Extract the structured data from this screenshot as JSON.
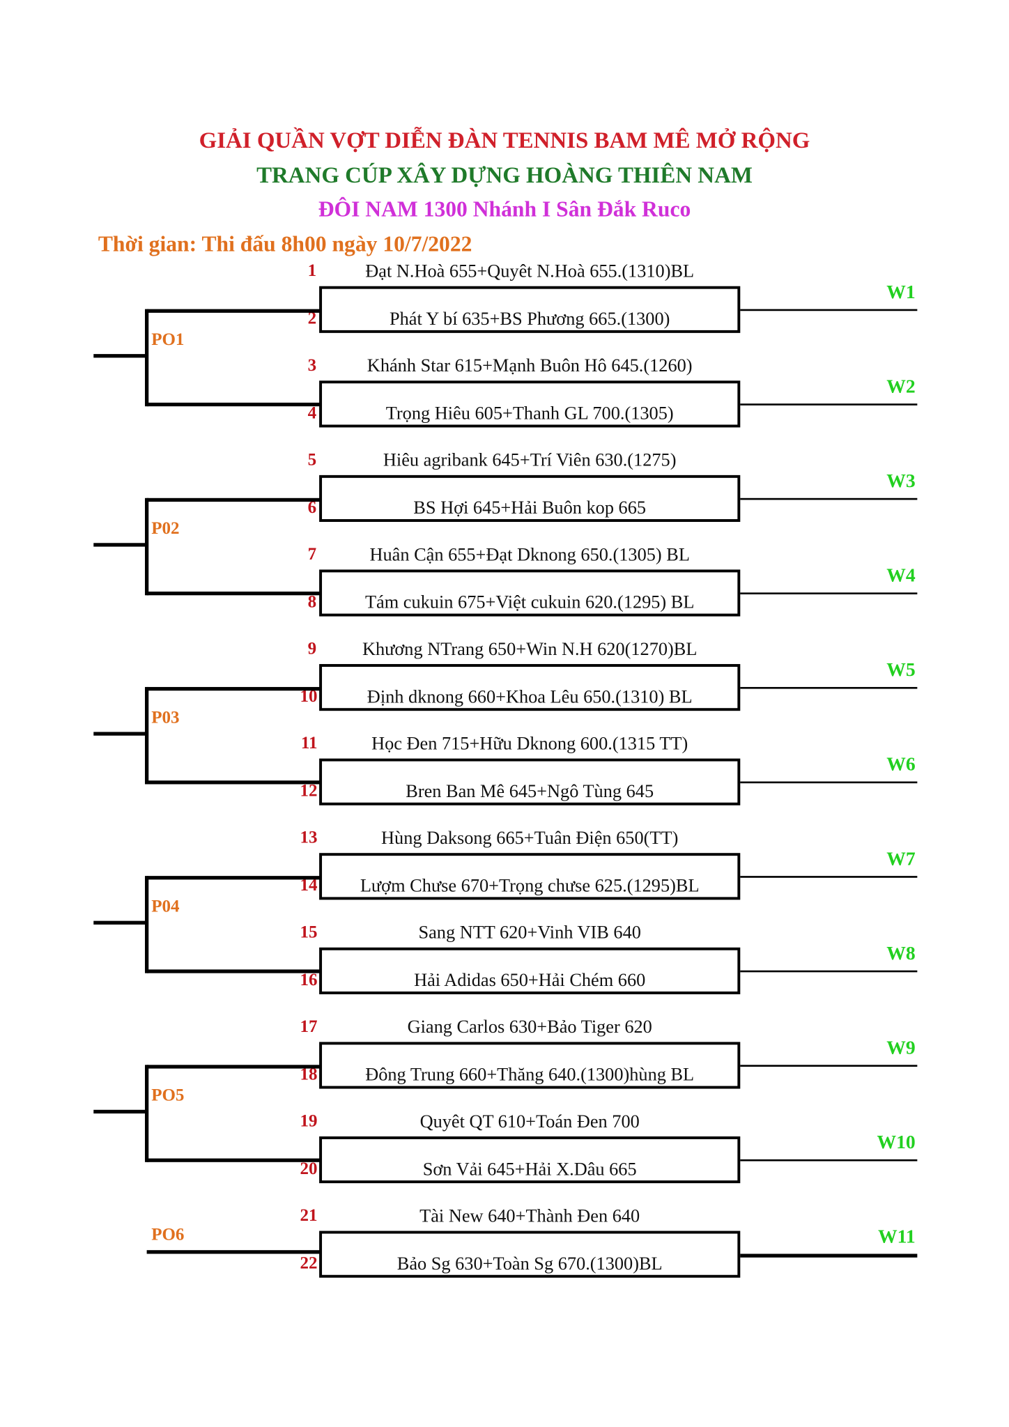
{
  "header": {
    "title1": "GIẢI QUẦN VỢT DIỄN ĐÀN TENNIS BAM MÊ MỞ RỘNG",
    "title2": "TRANG CÚP XÂY DỰNG HOÀNG THIÊN NAM",
    "title3": "ĐÔI NAM 1300 Nhánh I Sân Đắk Ruco",
    "schedule": "Thời gian: Thi đấu 8h00 ngày 10/7/2022"
  },
  "colors": {
    "title1": "#d0202a",
    "title2": "#1f7a2a",
    "title3": "#d030d8",
    "schedule": "#e0701e"
  },
  "teams": [
    {
      "num": "1",
      "text": "Đạt N.Hoà 655+Quyêt N.Hoà 655.(1310)BL"
    },
    {
      "num": "2",
      "text": "Phát Y bí 635+BS Phương 665.(1300)"
    },
    {
      "num": "3",
      "text": "Khánh Star 615+Mạnh Buôn Hô 645.(1260)"
    },
    {
      "num": "4",
      "text": "Trọng Hiêu 605+Thanh GL 700.(1305)"
    },
    {
      "num": "5",
      "text": "Hiêu agribank 645+Trí Viên 630.(1275)"
    },
    {
      "num": "6",
      "text": "BS Hợi 645+Hải Buôn kop 665"
    },
    {
      "num": "7",
      "text": "Huân Cận 655+Đạt Dknong 650.(1305) BL"
    },
    {
      "num": "8",
      "text": "Tám cukuin 675+Việt cukuin 620.(1295) BL"
    },
    {
      "num": "9",
      "text": "Khương NTrang 650+Win N.H 620(1270)BL"
    },
    {
      "num": "10",
      "text": "Định dknong 660+Khoa Lêu 650.(1310) BL"
    },
    {
      "num": "11",
      "text": "Học Đen 715+Hữu Dknong 600.(1315 TT)"
    },
    {
      "num": "12",
      "text": "Bren Ban Mê 645+Ngô Tùng 645"
    },
    {
      "num": "13",
      "text": "Hùng Daksong 665+Tuân Điện 650(TT)"
    },
    {
      "num": "14",
      "text": "Lượm Chưse 670+Trọng chưse 625.(1295)BL"
    },
    {
      "num": "15",
      "text": "Sang NTT 620+Vinh VIB 640"
    },
    {
      "num": "16",
      "text": "Hải Adidas 650+Hải Chém 660"
    },
    {
      "num": "17",
      "text": "Giang Carlos 630+Bảo Tiger 620"
    },
    {
      "num": "18",
      "text": "Đông Trung 660+Thăng 640.(1300)hùng BL"
    },
    {
      "num": "19",
      "text": "Quyêt QT 610+Toán Đen 700"
    },
    {
      "num": "20",
      "text": "Sơn Vải 645+Hải X.Dâu 665"
    },
    {
      "num": "21",
      "text": "Tài New 640+Thành Đen 640"
    },
    {
      "num": "22",
      "text": "Bảo Sg 630+Toàn Sg 670.(1300)BL"
    }
  ],
  "groups": [
    "PO1",
    "P02",
    "P03",
    "P04",
    "PO5",
    "PO6"
  ],
  "winners": [
    "W1",
    "W2",
    "W3",
    "W4",
    "W5",
    "W6",
    "W7",
    "W8",
    "W9",
    "W10",
    "W11"
  ]
}
